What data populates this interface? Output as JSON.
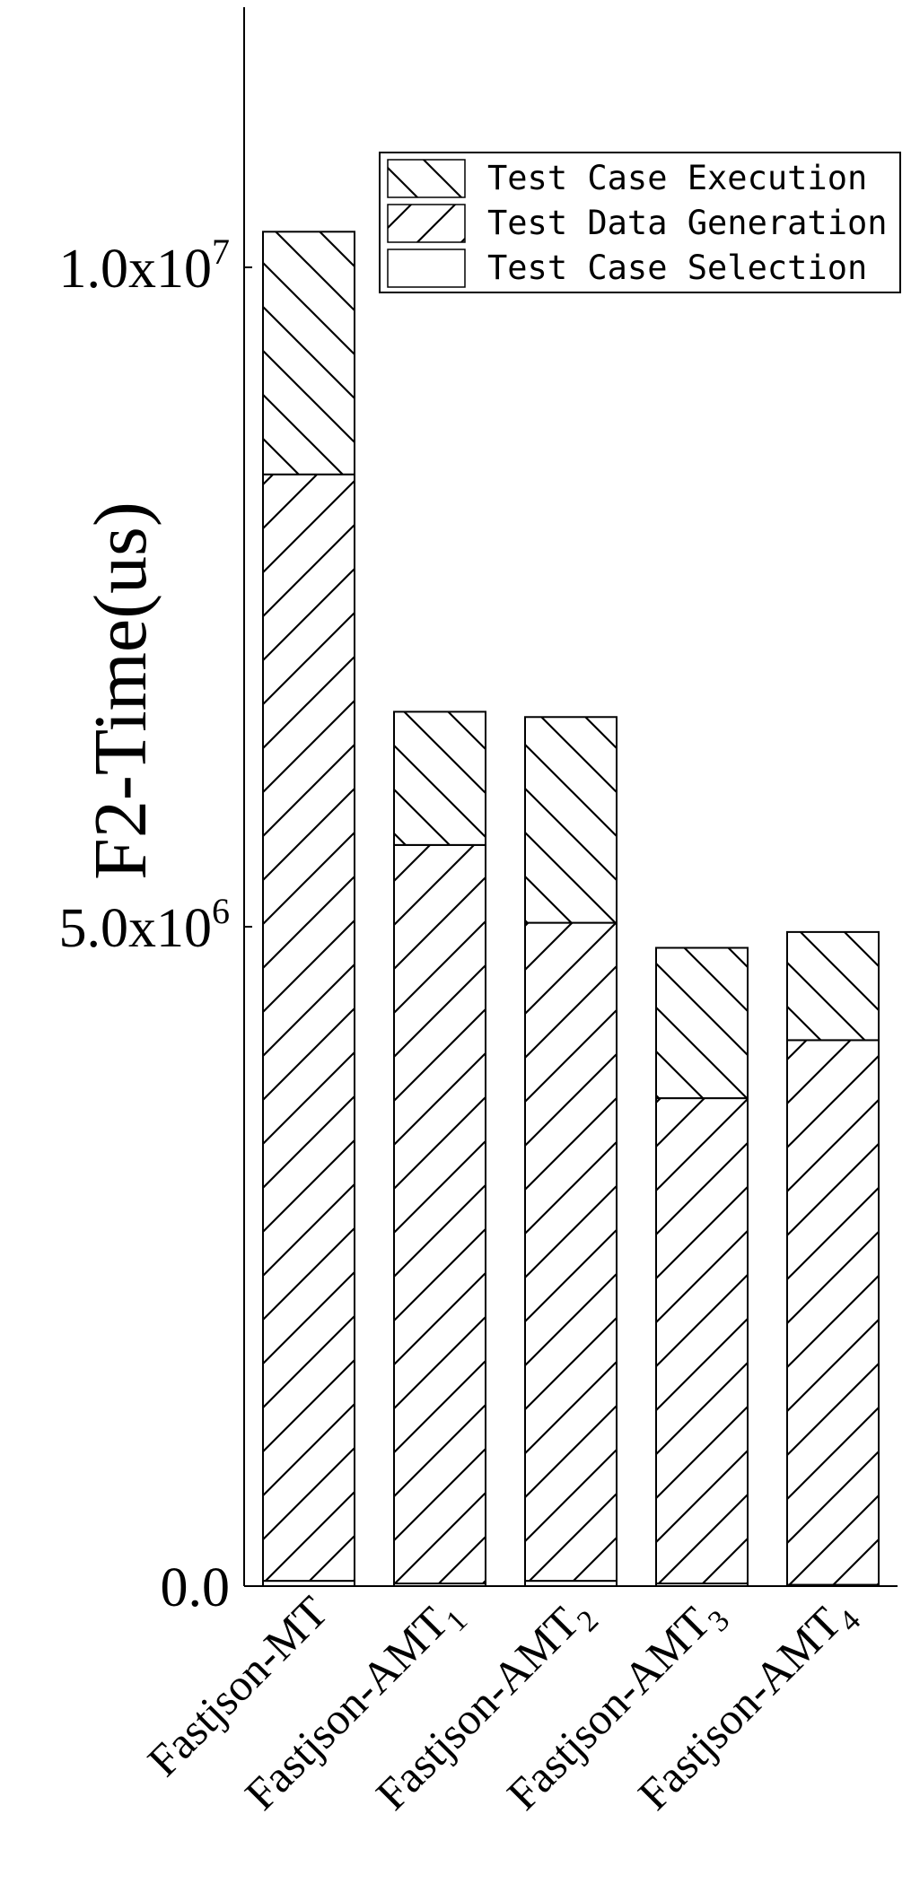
{
  "chart_data": {
    "type": "bar",
    "stacked": true,
    "ylabel": "F2-Time(us)",
    "xlabel": "",
    "ylim": [
      0,
      11500000
    ],
    "yticks": [
      {
        "value": 0,
        "label": "0.0"
      },
      {
        "value": 5000000,
        "label": "5.0x10",
        "exp": "6"
      },
      {
        "value": 10000000,
        "label": "1.0x10",
        "exp": "7"
      }
    ],
    "categories": [
      {
        "base": "Fastjson-MT",
        "sub": ""
      },
      {
        "base": "Fastjson-AMT",
        "sub": "1"
      },
      {
        "base": "Fastjson-AMT",
        "sub": "2"
      },
      {
        "base": "Fastjson-AMT",
        "sub": "3"
      },
      {
        "base": "Fastjson-AMT",
        "sub": "4"
      }
    ],
    "series": [
      {
        "name": "Test Case Selection",
        "pattern": "none",
        "values": [
          40000,
          20000,
          40000,
          20000,
          10000
        ]
      },
      {
        "name": "Test Data Generation",
        "pattern": "forward",
        "values": [
          8390000,
          5600000,
          4990000,
          3680000,
          4130000
        ]
      },
      {
        "name": "Test Case Execution",
        "pattern": "back",
        "values": [
          1840000,
          1010000,
          1560000,
          1140000,
          820000
        ]
      }
    ],
    "legend": {
      "position": "top-right",
      "order": [
        "Test Case Execution",
        "Test Data Generation",
        "Test Case Selection"
      ]
    },
    "grid": false
  }
}
